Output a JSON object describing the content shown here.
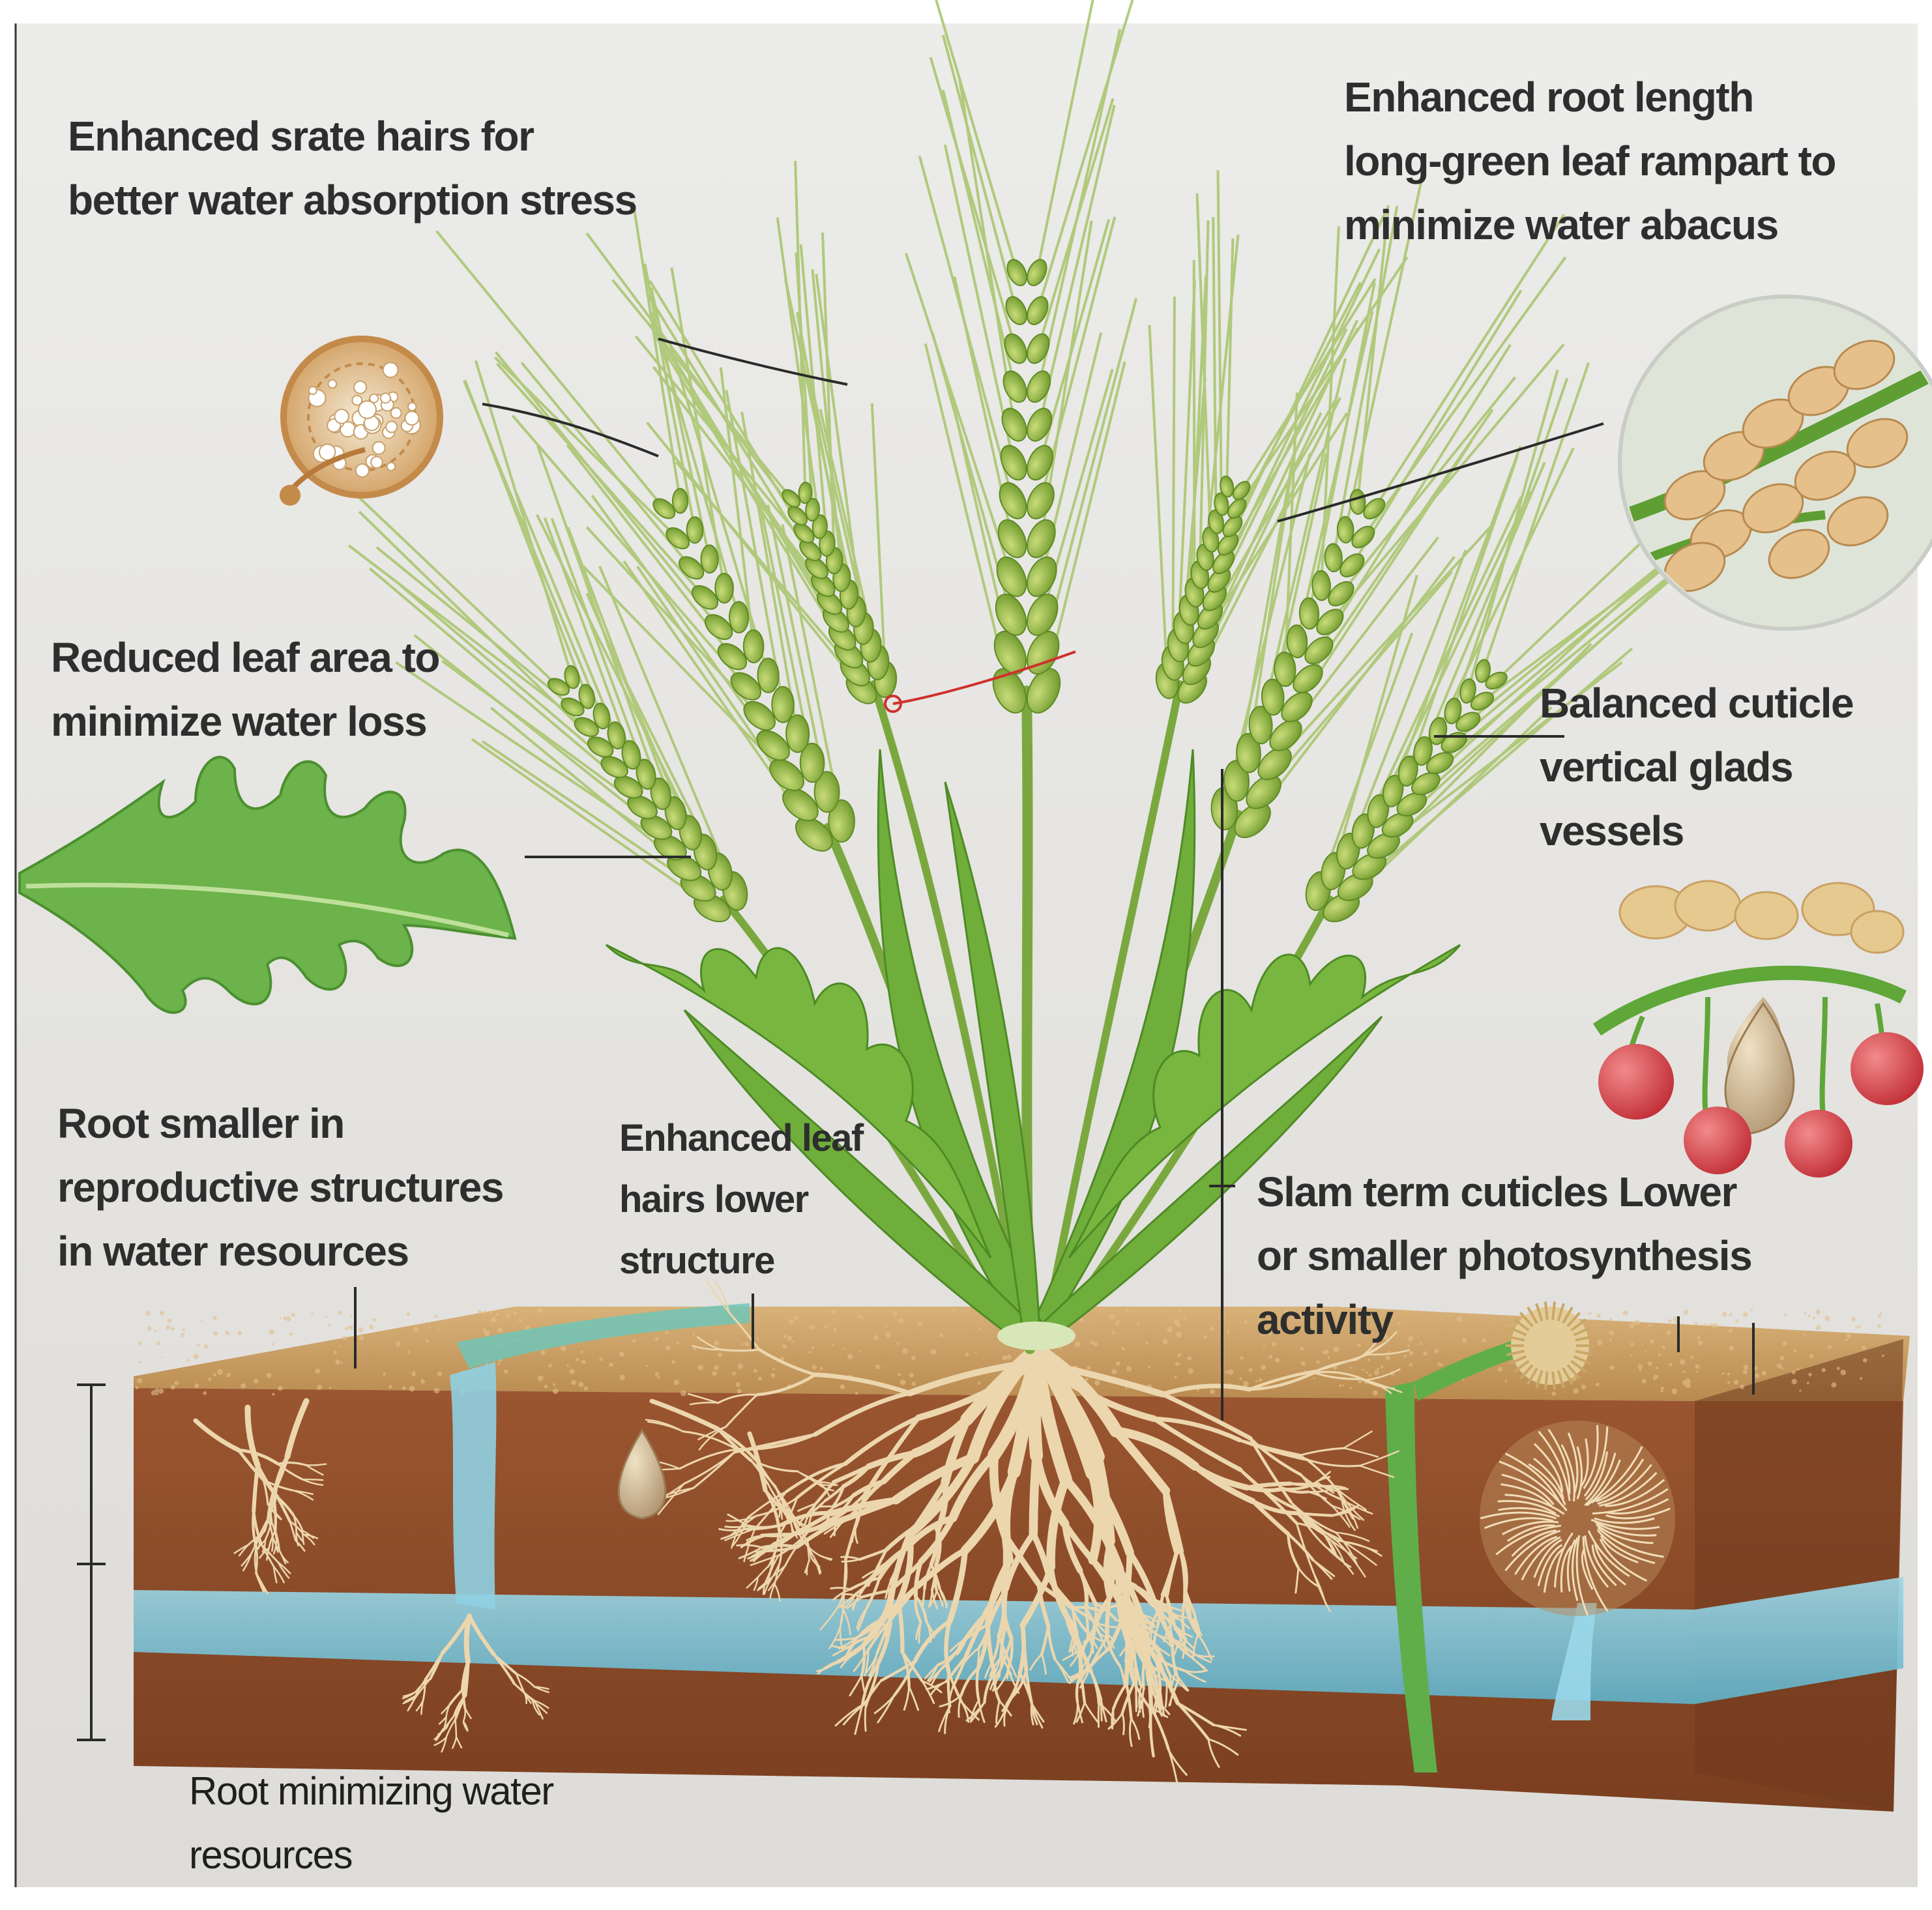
{
  "labels": {
    "top_left": [
      "Enhanced srate hairs  for",
      "better water absorption stress"
    ],
    "top_right": [
      "Enhanced root length",
      "long-green leaf rampart to",
      "minimize water abacus"
    ],
    "mid_left": [
      "Reduced leaf area to",
      "minimize water loss"
    ],
    "mid_right": [
      "Balanced cuticle",
      "vertical glads",
      "vessels"
    ],
    "bottom_left": [
      "Root smaller in",
      "reproductive structures",
      "in water resources"
    ],
    "center": [
      "Enhanced leaf",
      "hairs lower",
      "structure"
    ],
    "bottom_right": [
      "Slam term cuticles Lower",
      "or smaller photosynthesis",
      "activity"
    ],
    "bottom": [
      "Root minimizing water",
      "resources"
    ]
  },
  "colors": {
    "background": "#e6e6e4",
    "text": "#2e2e2e",
    "leaf_green": "#6fae3a",
    "grain_green": "#9cc24a",
    "soil_top": "#caa067",
    "soil_body": "#8a4b28",
    "water": "#7fc3d6",
    "root": "#e9d3ab",
    "berry": "#d9454a"
  },
  "icons": [
    "cross-section-disc-icon",
    "leaf-icon",
    "grain-magnifier-icon",
    "berries-icon",
    "seed-icon"
  ]
}
